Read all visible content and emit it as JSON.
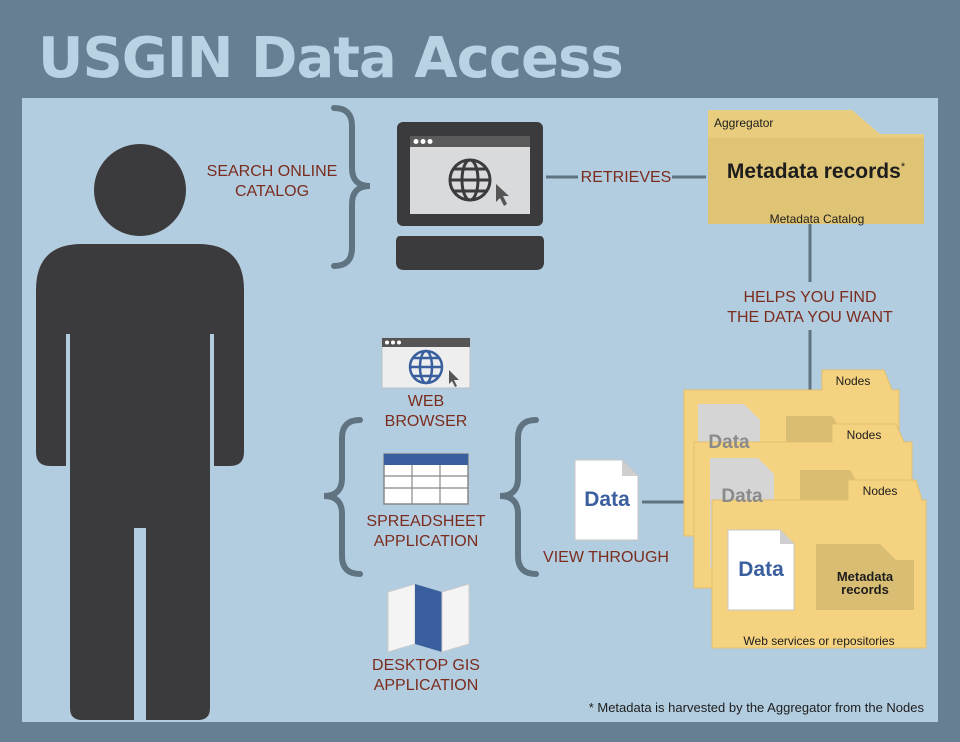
{
  "title": "USGIN Data Access",
  "labels": {
    "search_catalog": "SEARCH ONLINE\nCATALOG",
    "retrieves": "RETRIEVES",
    "helps_find": "HELPS YOU FIND\nTHE DATA YOU WANT",
    "web_browser": "WEB\nBROWSER",
    "spreadsheet": "SPREADSHEET\nAPPLICATION",
    "desktop_gis": "DESKTOP GIS\nAPPLICATION",
    "view_through": "VIEW THROUGH"
  },
  "aggregator": {
    "tab_label": "Aggregator",
    "title": "Metadata records",
    "asterisk": "*",
    "subtitle": "Metadata Catalog"
  },
  "nodes": {
    "tab_label": "Nodes",
    "doc_label": "Data",
    "metadata_line1": "Metadata",
    "metadata_line2": "records",
    "caption": "Web services or repositories"
  },
  "data_doc_label": "Data",
  "footnote": "* Metadata is harvested by the Aggregator from the Nodes",
  "colors": {
    "background": "#677f92",
    "panel": "#b3cde0",
    "title": "#b9d2e4",
    "label_red": "#7a2c1e",
    "folder": "#f4d27f",
    "folder_dark": "#d8bd73",
    "figure": "#3b3b3d",
    "data_blue": "#3a5f9e"
  }
}
